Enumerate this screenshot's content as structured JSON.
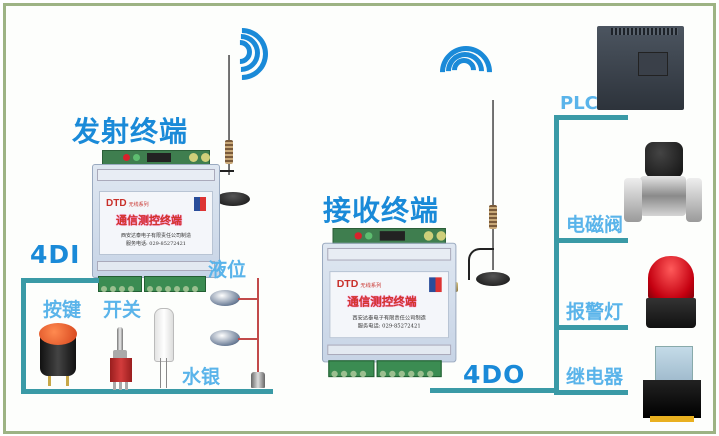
{
  "transmitter": {
    "title": "发射终端",
    "io_label": "4DI",
    "device": {
      "series": "DTD",
      "series_suffix": "无线系列",
      "name": "通信测控终端",
      "company": "西安达泰电子有限责任公司制造",
      "phone": "服务电话: 029-85272421"
    },
    "inputs": [
      {
        "label": "按键"
      },
      {
        "label": "开关"
      },
      {
        "label": "水银"
      },
      {
        "label": "液位"
      }
    ]
  },
  "receiver": {
    "title": "接收终端",
    "io_label": "4DO",
    "device": {
      "series": "DTD",
      "series_suffix": "无线系列",
      "name": "通信测控终端",
      "company": "西安达泰电子有限责任公司制造",
      "phone": "服务电话: 029-85272421"
    },
    "outputs": [
      {
        "label": "PLC"
      },
      {
        "label": "电磁阀"
      },
      {
        "label": "报警灯"
      },
      {
        "label": "继电器"
      }
    ]
  },
  "colors": {
    "title_blue": "#1a8ad8",
    "label_blue": "#5ab4ea",
    "line_teal": "#3a9aa6",
    "frame_green": "#9db384"
  }
}
